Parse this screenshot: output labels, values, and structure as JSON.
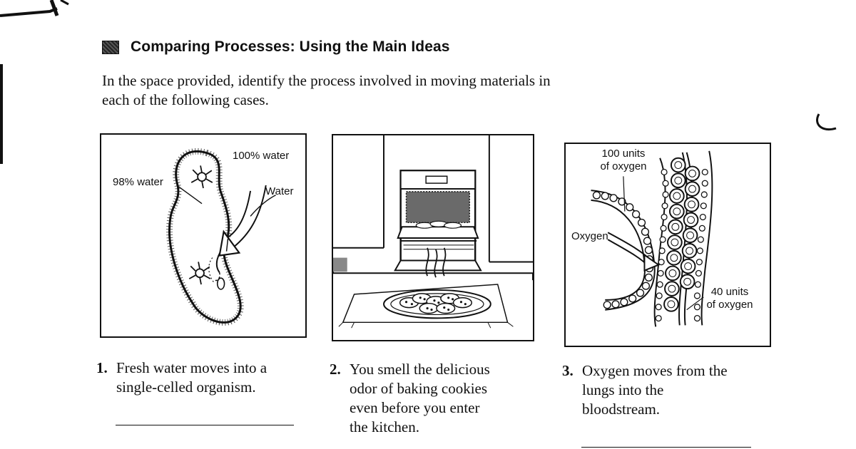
{
  "section": {
    "title": "Comparing Processes:  Using the Main Ideas",
    "instructions_lines": [
      "In the space provided, identify the process involved in moving materials in",
      "each of the following cases."
    ]
  },
  "figures": {
    "organism": {
      "label_outside_water": "100% water",
      "label_inside_water": "98% water",
      "label_arrow": "Water"
    },
    "kitchen": {},
    "lungs": {
      "label_lung_oxygen_line1": "100 units",
      "label_lung_oxygen_line2": "of oxygen",
      "label_arrow": "Oxygen",
      "label_blood_oxygen_line1": "40 units",
      "label_blood_oxygen_line2": "of oxygen"
    }
  },
  "questions": [
    {
      "number": "1.",
      "lines": [
        "Fresh water moves into a",
        "single-celled organism."
      ]
    },
    {
      "number": "2.",
      "lines": [
        "You smell the delicious",
        "odor of baking cookies",
        "even before you enter",
        "the kitchen."
      ]
    },
    {
      "number": "3.",
      "lines": [
        "Oxygen moves from the",
        "lungs into the",
        "bloodstream."
      ]
    }
  ]
}
